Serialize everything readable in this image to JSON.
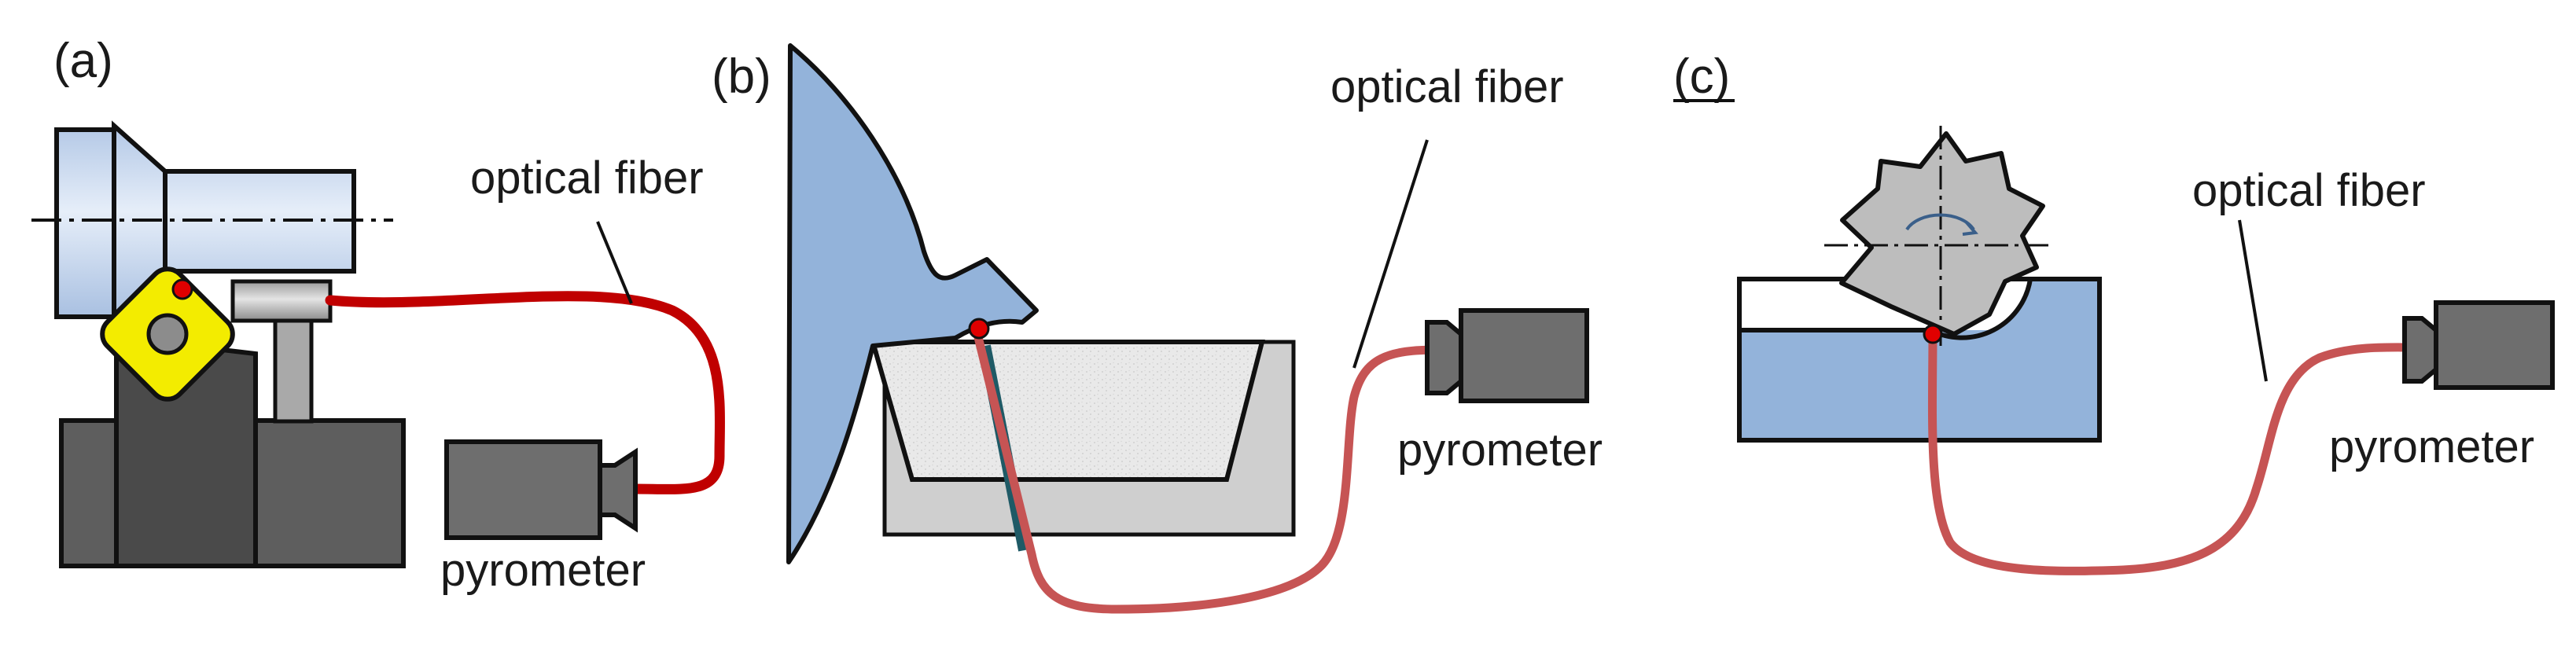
{
  "panels": [
    {
      "id": "a",
      "panel_label": "(a)",
      "fiber_label": "optical fiber",
      "sensor_label": "pyrometer"
    },
    {
      "id": "b",
      "panel_label": "(b)",
      "fiber_label": "optical fiber",
      "sensor_label": "pyrometer"
    },
    {
      "id": "c",
      "panel_label": "(c)",
      "fiber_label": "optical fiber",
      "sensor_label": "pyrometer"
    }
  ],
  "colors": {
    "outline": "#111111",
    "spindle_blue": "#c9d9ee",
    "workpiece_blue": "#93b3da",
    "insert_yellow": "#f3ec00",
    "holder_dark": "#4a4a4a",
    "holder_mid": "#5e5e5e",
    "support_gray": "#a9a9a9",
    "light_gray": "#cfcfcf",
    "pyrometer_gray": "#6e6e6e",
    "fiber_red_dark": "#c00000",
    "fiber_red": "#c65454",
    "fiber_teal": "#1f5a66",
    "contact_dot": "#e00000",
    "cutter_gray": "#bdbdbd",
    "speckle_gray": "#e7e7e7"
  }
}
